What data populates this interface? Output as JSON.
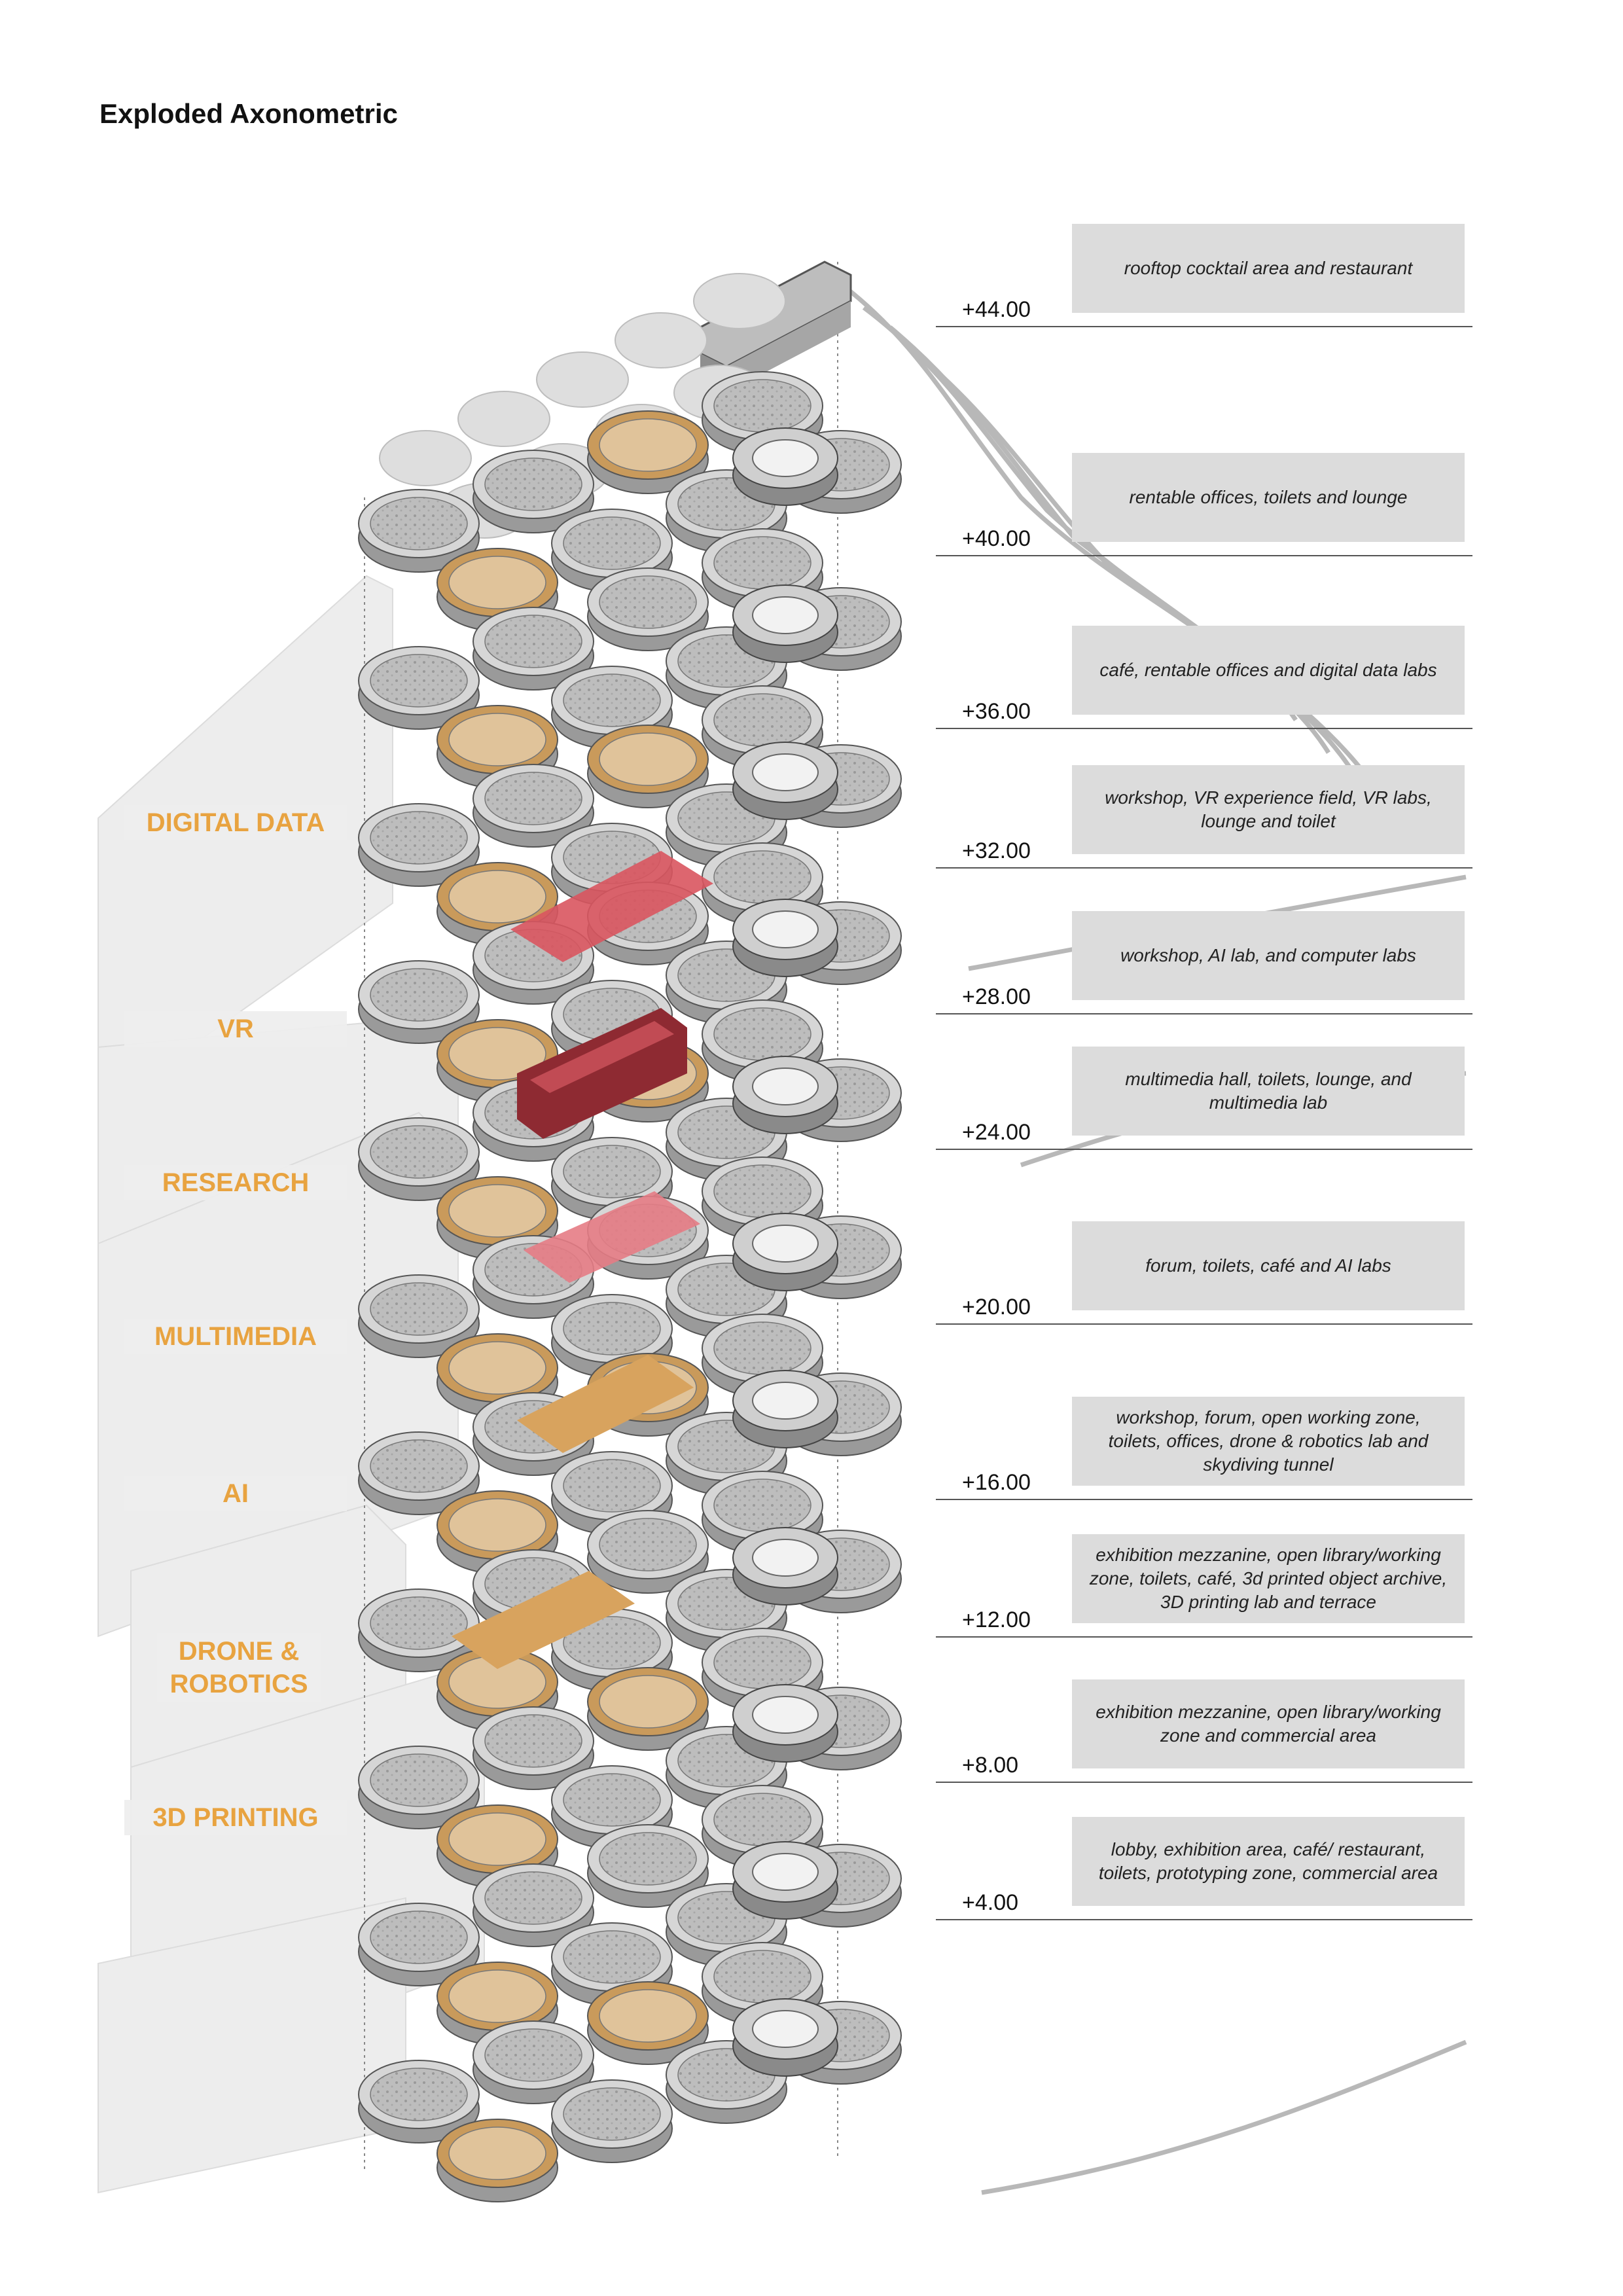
{
  "title": "Exploded Axonometric",
  "zones": [
    {
      "label": "DIGITAL DATA"
    },
    {
      "label": "VR"
    },
    {
      "label": "RESEARCH"
    },
    {
      "label": "MULTIMEDIA"
    },
    {
      "label": "AI"
    },
    {
      "label": "DRONE & ROBOTICS"
    },
    {
      "label": "3D PRINTING"
    }
  ],
  "levels": [
    {
      "elevation": "+44.00",
      "program": "rooftop cocktail area and restaurant"
    },
    {
      "elevation": "+40.00",
      "program": "rentable offices, toilets and lounge"
    },
    {
      "elevation": "+36.00",
      "program": "café, rentable offices and digital data labs"
    },
    {
      "elevation": "+32.00",
      "program": "workshop, VR experience field, VR labs, lounge and toilet"
    },
    {
      "elevation": "+28.00",
      "program": "workshop, AI lab, and computer labs"
    },
    {
      "elevation": "+24.00",
      "program": "multimedia hall, toilets, lounge, and multimedia lab"
    },
    {
      "elevation": "+20.00",
      "program": "forum, toilets, café and AI labs"
    },
    {
      "elevation": "+16.00",
      "program": "workshop, forum, open working zone, toilets, offices, drone & robotics lab and skydiving tunnel"
    },
    {
      "elevation": "+12.00",
      "program": "exhibition mezzanine, open library/working zone, toilets, café, 3d printed object archive, 3D printing lab and terrace"
    },
    {
      "elevation": "+8.00",
      "program": "exhibition mezzanine, open library/working zone and commercial area"
    },
    {
      "elevation": "+4.00",
      "program": "lobby, exhibition area, café/ restaurant, toilets, prototyping zone, commercial area"
    }
  ],
  "colors": {
    "zone_label": "#e8a340",
    "timber": "#c99a5b",
    "highlight_red": "#d9555f",
    "highlight_dark_red": "#8e2a32",
    "highlight_orange": "#d8a35e",
    "wall_grey": "#9a9a9a",
    "slab_grey": "#d6d6d6"
  }
}
